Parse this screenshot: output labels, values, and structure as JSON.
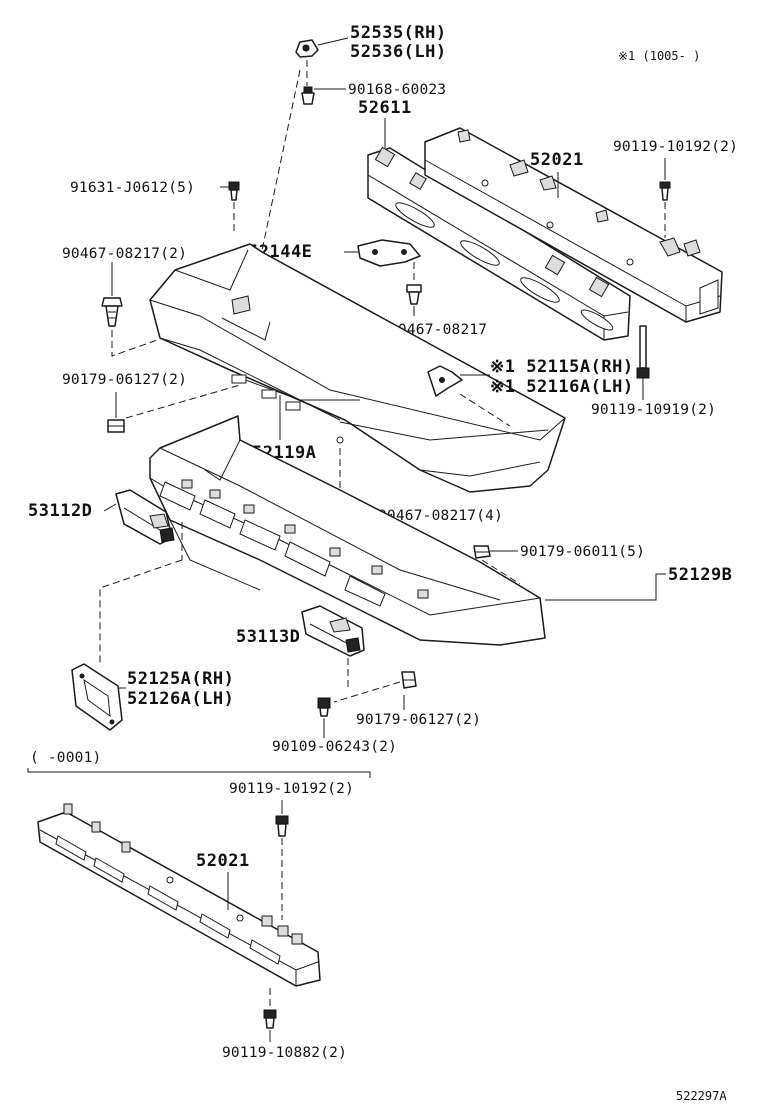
{
  "diagram": {
    "note_top": "※1 (1005-     )",
    "note_bottom": "(     -0001)",
    "drawing_no": "522297A",
    "labels": {
      "p52535": "52535(RH)",
      "p52536": "52536(LH)",
      "p90168": "90168-60023",
      "p52611": "52611",
      "p52021_top": "52021",
      "p90119_10192_top": "90119-10192(2)",
      "p91631": "91631-J0612(5)",
      "p90467_2": "90467-08217(2)",
      "p52144e": "52144E",
      "p90467_single": "90467-08217",
      "p52115a": "※1 52115A(RH)",
      "p52116a": "※1 52116A(LH)",
      "p90179_06127_2": "90179-06127(2)",
      "p90119_10919": "90119-10919(2)",
      "p52119a": "52119A",
      "p53112d": "53112D",
      "p90467_4": "90467-08217(4)",
      "p90179_06011": "90179-06011(5)",
      "p52129b": "52129B",
      "p53113d": "53113D",
      "p52125a": "52125A(RH)",
      "p52126a": "52126A(LH)",
      "p90179_06127_b": "90179-06127(2)",
      "p90109": "90109-06243(2)",
      "p90119_10192_bot": "90119-10192(2)",
      "p52021_bot": "52021",
      "p90119_10882": "90119-10882(2)"
    }
  }
}
